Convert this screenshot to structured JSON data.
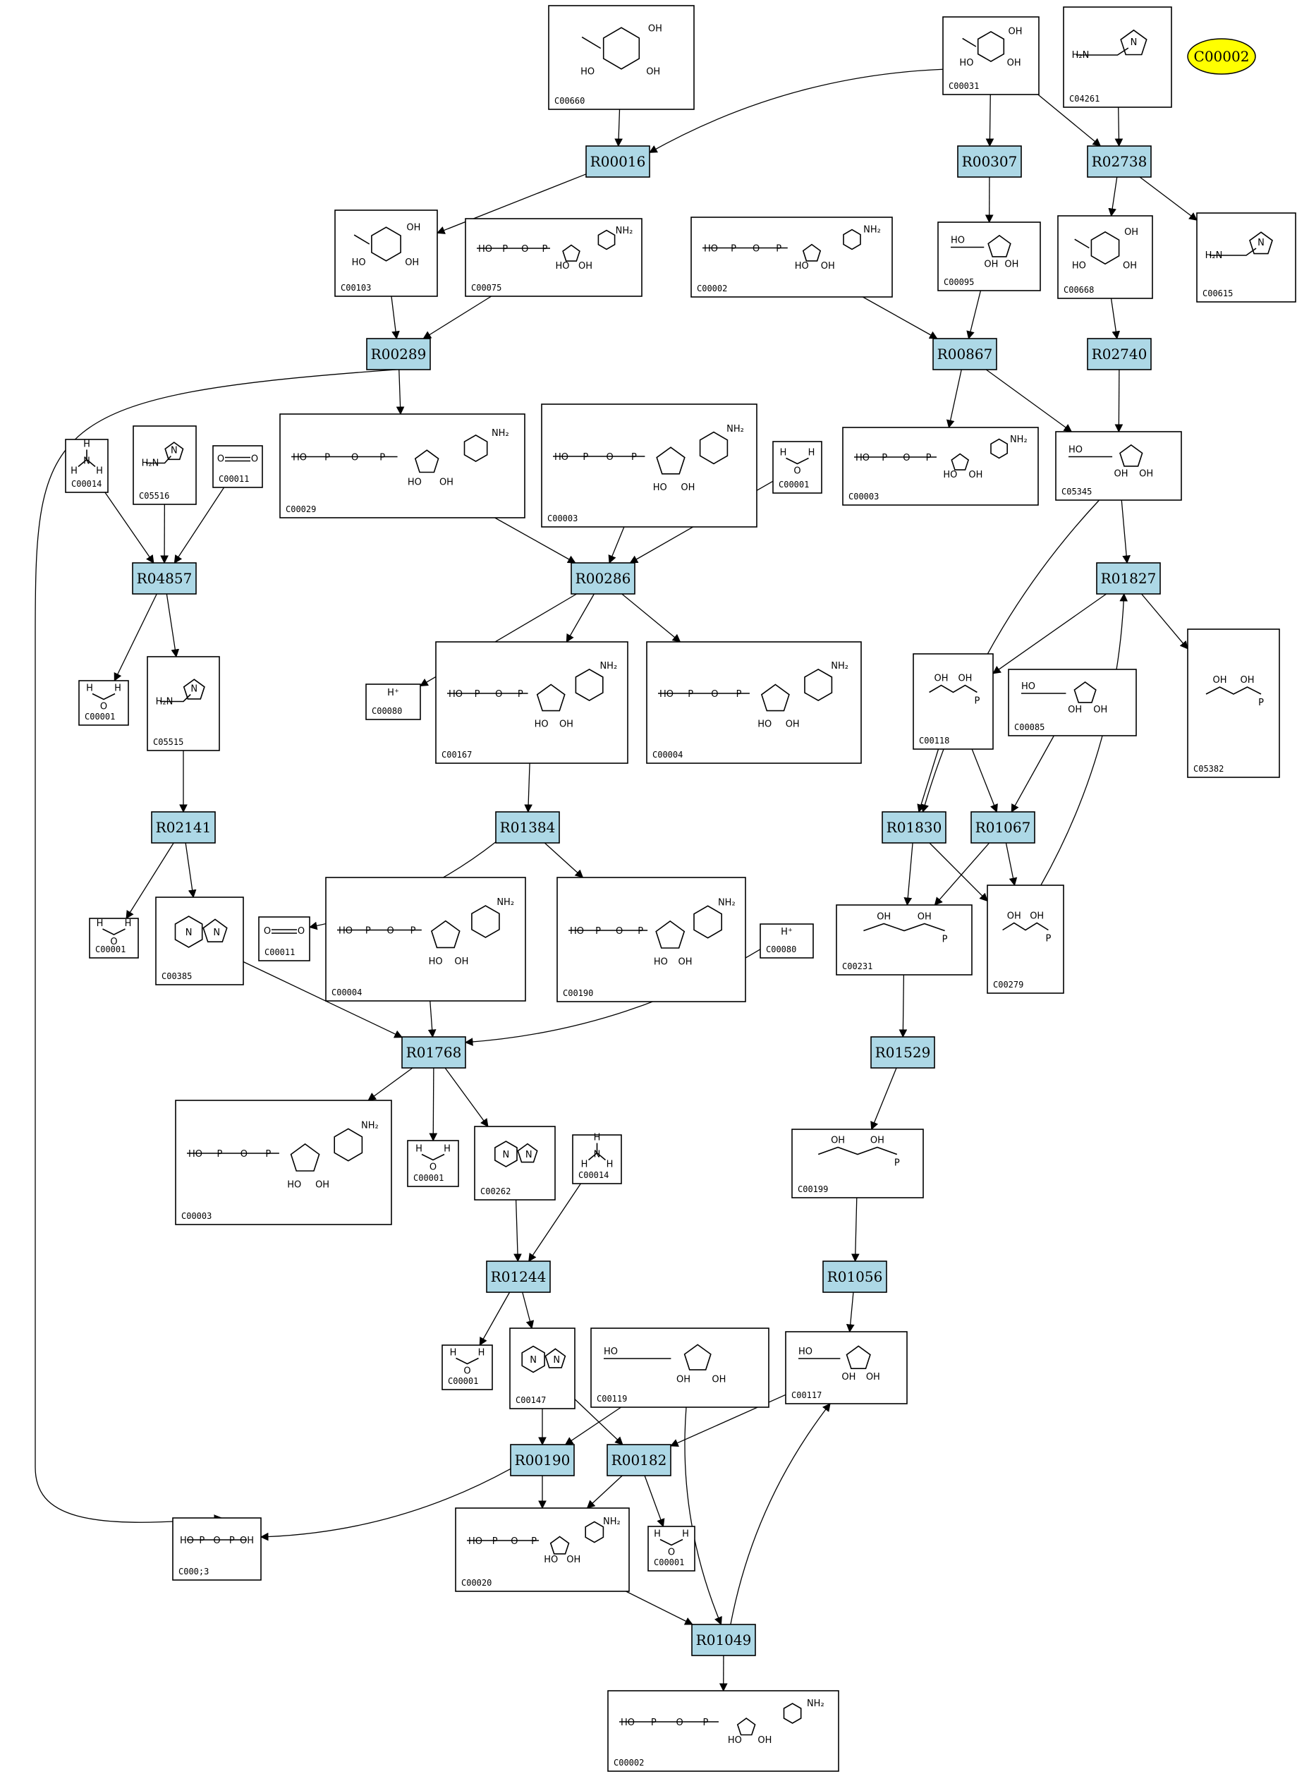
{
  "highlight": {
    "id": "C00002",
    "color": "#ffff00"
  },
  "colors": {
    "reaction_fill": "#add8e6",
    "compound_fill": "#ffffff",
    "line": "#000000"
  },
  "reactions": [
    "R00016",
    "R00307",
    "R02738",
    "R00289",
    "R00867",
    "R02740",
    "R04857",
    "R00286",
    "R01827",
    "R02141",
    "R01384",
    "R01830",
    "R01067",
    "R01768",
    "R01529",
    "R01244",
    "R01056",
    "R00190",
    "R00182",
    "R01049"
  ],
  "compounds": [
    {
      "id": "C00660",
      "label": "C00660",
      "glyph": "ring"
    },
    {
      "id": "C00031",
      "label": "C00031",
      "glyph": "ring"
    },
    {
      "id": "C04261",
      "label": "C04261",
      "glyph": "imidazole"
    },
    {
      "id": "C00103",
      "label": "C00103",
      "glyph": "ring"
    },
    {
      "id": "C00075",
      "label": "C00075",
      "glyph": "nucleotide"
    },
    {
      "id": "C00002a",
      "label": "C00002",
      "glyph": "nucleotide"
    },
    {
      "id": "C00095",
      "label": "C00095",
      "glyph": "furanose"
    },
    {
      "id": "C00668",
      "label": "C00668",
      "glyph": "ring"
    },
    {
      "id": "C00615",
      "label": "C00615",
      "glyph": "imidazole"
    },
    {
      "id": "C00014a",
      "label": "C00014",
      "glyph": "NH3"
    },
    {
      "id": "C05516",
      "label": "C05516",
      "glyph": "imidazole"
    },
    {
      "id": "C00011a",
      "label": "C00011",
      "glyph": "CO2"
    },
    {
      "id": "C00029",
      "label": "C00029",
      "glyph": "nucleotide"
    },
    {
      "id": "C00003a",
      "label": "C00003",
      "glyph": "nucleotide"
    },
    {
      "id": "C00001a",
      "label": "C00001",
      "glyph": "H2O"
    },
    {
      "id": "C00003b",
      "label": "C00003",
      "glyph": "nucleotide"
    },
    {
      "id": "C05345",
      "label": "C05345",
      "glyph": "furanose"
    },
    {
      "id": "C00001b",
      "label": "C00001",
      "glyph": "H2O"
    },
    {
      "id": "C05515",
      "label": "C05515",
      "glyph": "imidazole"
    },
    {
      "id": "C00080a",
      "label": "C00080",
      "glyph": "H+"
    },
    {
      "id": "C00167",
      "label": "C00167",
      "glyph": "nucleotide"
    },
    {
      "id": "C00004a",
      "label": "C00004",
      "glyph": "nucleotide"
    },
    {
      "id": "C00118",
      "label": "C00118",
      "glyph": "chain"
    },
    {
      "id": "C00085",
      "label": "C00085",
      "glyph": "furanose"
    },
    {
      "id": "C05382",
      "label": "C05382",
      "glyph": "chain"
    },
    {
      "id": "C00001c",
      "label": "C00001",
      "glyph": "H2O"
    },
    {
      "id": "C00385",
      "label": "C00385",
      "glyph": "purine"
    },
    {
      "id": "C00011b",
      "label": "C00011",
      "glyph": "CO2"
    },
    {
      "id": "C00004b",
      "label": "C00004",
      "glyph": "nucleotide"
    },
    {
      "id": "C00190",
      "label": "C00190",
      "glyph": "nucleotide"
    },
    {
      "id": "C00080b",
      "label": "C00080",
      "glyph": "H+"
    },
    {
      "id": "C00231",
      "label": "C00231",
      "glyph": "chain"
    },
    {
      "id": "C00279",
      "label": "C00279",
      "glyph": "chain"
    },
    {
      "id": "C00003c",
      "label": "C00003",
      "glyph": "nucleotide"
    },
    {
      "id": "C00001d",
      "label": "C00001",
      "glyph": "H2O"
    },
    {
      "id": "C00262",
      "label": "C00262",
      "glyph": "purine"
    },
    {
      "id": "C00014b",
      "label": "C00014",
      "glyph": "NH3"
    },
    {
      "id": "C00199",
      "label": "C00199",
      "glyph": "chain"
    },
    {
      "id": "C00001e",
      "label": "C00001",
      "glyph": "H2O"
    },
    {
      "id": "C00147",
      "label": "C00147",
      "glyph": "purine"
    },
    {
      "id": "C00119",
      "label": "C00119",
      "glyph": "furanose"
    },
    {
      "id": "C00117",
      "label": "C00117",
      "glyph": "furanose"
    },
    {
      "id": "C00013",
      "label": "C000;3",
      "glyph": "PPi"
    },
    {
      "id": "C00020",
      "label": "C00020",
      "glyph": "nucleotide"
    },
    {
      "id": "C00001f",
      "label": "C00001",
      "glyph": "H2O"
    },
    {
      "id": "C00002b",
      "label": "C00002",
      "glyph": "nucleotide"
    }
  ],
  "edges": [
    [
      "C00660",
      "R00016"
    ],
    [
      "C00031",
      "R00016"
    ],
    [
      "C00031",
      "R00307"
    ],
    [
      "C00031",
      "R02738"
    ],
    [
      "C04261",
      "R02738"
    ],
    [
      "R00016",
      "C00103"
    ],
    [
      "R00307",
      "C00095"
    ],
    [
      "R02738",
      "C00668"
    ],
    [
      "R02738",
      "C00615"
    ],
    [
      "C00103",
      "R00289"
    ],
    [
      "C00075",
      "R00289"
    ],
    [
      "R00289",
      "C00029"
    ],
    [
      "R00289",
      "C00013"
    ],
    [
      "C00002a",
      "R00867"
    ],
    [
      "C00095",
      "R00867"
    ],
    [
      "R00867",
      "C00003b"
    ],
    [
      "R00867",
      "C05345"
    ],
    [
      "C00668",
      "R02740"
    ],
    [
      "R02740",
      "C05345"
    ],
    [
      "C00014a",
      "R04857"
    ],
    [
      "C05516",
      "R04857"
    ],
    [
      "C00011a",
      "R04857"
    ],
    [
      "R04857",
      "C00001b"
    ],
    [
      "R04857",
      "C05515"
    ],
    [
      "C00029",
      "R00286"
    ],
    [
      "C00003a",
      "R00286"
    ],
    [
      "C00001a",
      "R00286"
    ],
    [
      "R00286",
      "C00080a"
    ],
    [
      "R00286",
      "C00167"
    ],
    [
      "R00286",
      "C00004a"
    ],
    [
      "C05345",
      "R01827"
    ],
    [
      "C05345",
      "R01830"
    ],
    [
      "R01827",
      "C00118"
    ],
    [
      "R01827",
      "C05382"
    ],
    [
      "C05515",
      "R02141"
    ],
    [
      "R02141",
      "C00001c"
    ],
    [
      "R02141",
      "C00385"
    ],
    [
      "C00167",
      "R01384"
    ],
    [
      "R01384",
      "C00011b"
    ],
    [
      "R01384",
      "C00190"
    ],
    [
      "C00118",
      "R01830"
    ],
    [
      "C00118",
      "R01067"
    ],
    [
      "C00085",
      "R01067"
    ],
    [
      "R01830",
      "C00231"
    ],
    [
      "R01830",
      "C00279"
    ],
    [
      "R01067",
      "C00231"
    ],
    [
      "R01067",
      "C00279"
    ],
    [
      "C00279",
      "R01827"
    ],
    [
      "C00385",
      "R01768"
    ],
    [
      "C00004b",
      "R01768"
    ],
    [
      "C00080b",
      "R01768"
    ],
    [
      "R01768",
      "C00003c"
    ],
    [
      "R01768",
      "C00001d"
    ],
    [
      "R01768",
      "C00262"
    ],
    [
      "C00231",
      "R01529"
    ],
    [
      "R01529",
      "C00199"
    ],
    [
      "C00262",
      "R01244"
    ],
    [
      "C00014b",
      "R01244"
    ],
    [
      "R01244",
      "C00001e"
    ],
    [
      "R01244",
      "C00147"
    ],
    [
      "C00199",
      "R01056"
    ],
    [
      "R01056",
      "C00117"
    ],
    [
      "C00147",
      "R00190"
    ],
    [
      "C00147",
      "R00182"
    ],
    [
      "C00119",
      "R00190"
    ],
    [
      "C00117",
      "R00182"
    ],
    [
      "R00190",
      "C00013"
    ],
    [
      "R00190",
      "C00020"
    ],
    [
      "R00182",
      "C00020"
    ],
    [
      "R00182",
      "C00001f"
    ],
    [
      "C00020",
      "R01049"
    ],
    [
      "C00119",
      "R01049"
    ],
    [
      "R01049",
      "C00117"
    ],
    [
      "R01049",
      "C00002b"
    ]
  ]
}
